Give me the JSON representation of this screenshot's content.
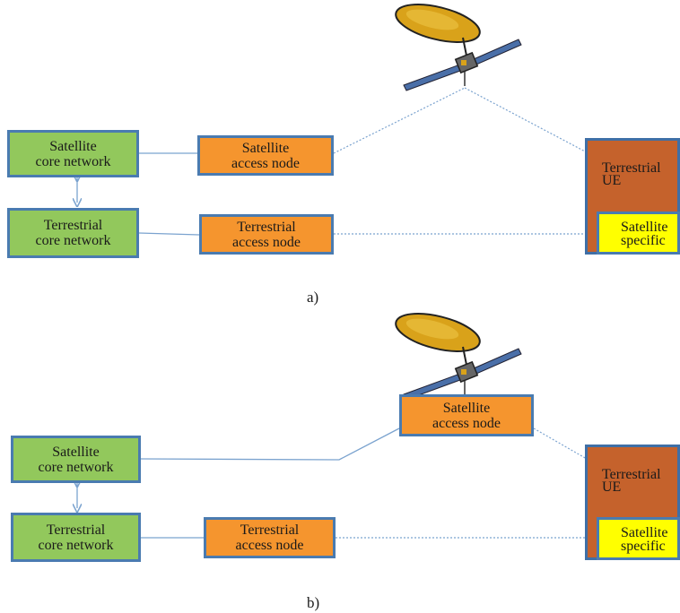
{
  "panel_a": {
    "sat_core": "Satellite\ncore network",
    "terr_core": "Terrestrial\ncore network",
    "sat_access": "Satellite\naccess node",
    "terr_access": "Terrestrial\naccess node",
    "ue": "Terrestrial\nUE",
    "ue_specific": "Satellite\nspecific",
    "caption": "a)"
  },
  "panel_b": {
    "sat_core": "Satellite\ncore network",
    "terr_core": "Terrestrial\ncore network",
    "sat_access": "Satellite\naccess node",
    "terr_access": "Terrestrial\naccess node",
    "ue": "Terrestrial\nUE",
    "ue_specific": "Satellite\nspecific",
    "caption": "b)"
  },
  "colors": {
    "core": "#92c85c",
    "access": "#f5952e",
    "ue": "#c5622c",
    "ue_specific": "#ffff00",
    "border": "#4a7bb0",
    "link": "#7ba3cf"
  },
  "icons": [
    "satellite-icon"
  ]
}
